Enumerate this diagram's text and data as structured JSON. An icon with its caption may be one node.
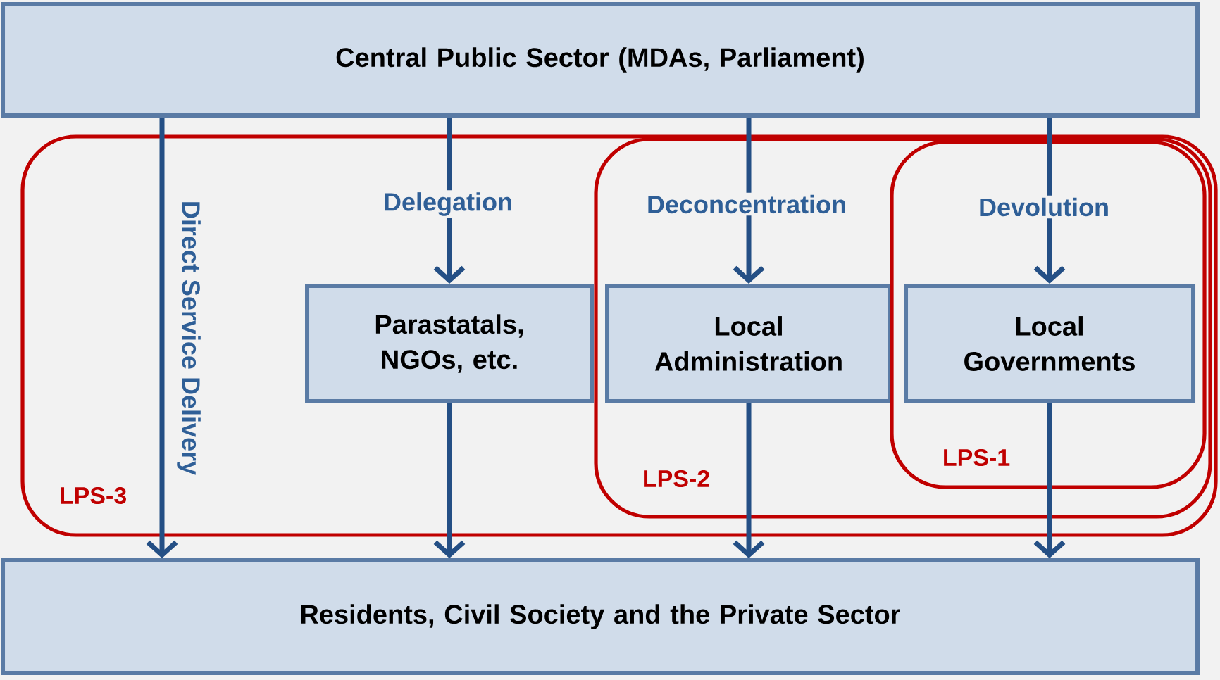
{
  "diagram": {
    "nodes": [
      {
        "text": [
          "Central Public Sector (MDAs, Parliament)"
        ]
      },
      {
        "text": [
          "LPS-3"
        ]
      },
      {
        "text": [
          "Parastatals, NGOs, etc."
        ],
        "in": 1
      },
      {
        "text": [
          "LPS-2"
        ],
        "in": 1
      },
      {
        "text": [
          "Local Administration"
        ],
        "in": 3
      },
      {
        "text": [
          "LPS-1"
        ],
        "in": 3
      },
      {
        "text": [
          "Local Governments"
        ],
        "in": 5
      },
      {
        "text": [
          "Residents, Civil Society and the Private Sector"
        ]
      }
    ],
    "edges": [
      {
        "from": 0,
        "to": 7,
        "arrow": "to",
        "label": "Direct Service Delivery"
      },
      {
        "from": 0,
        "to": 2,
        "arrow": "to",
        "label": "Delegation"
      },
      {
        "from": 2,
        "to": 7,
        "arrow": "to"
      },
      {
        "from": 0,
        "to": 4,
        "arrow": "to",
        "label": "Deconcentration"
      },
      {
        "from": 4,
        "to": 7,
        "arrow": "to"
      },
      {
        "from": 0,
        "to": 6,
        "arrow": "to",
        "label": "Devolution"
      },
      {
        "from": 6,
        "to": 7,
        "arrow": "to"
      }
    ]
  }
}
